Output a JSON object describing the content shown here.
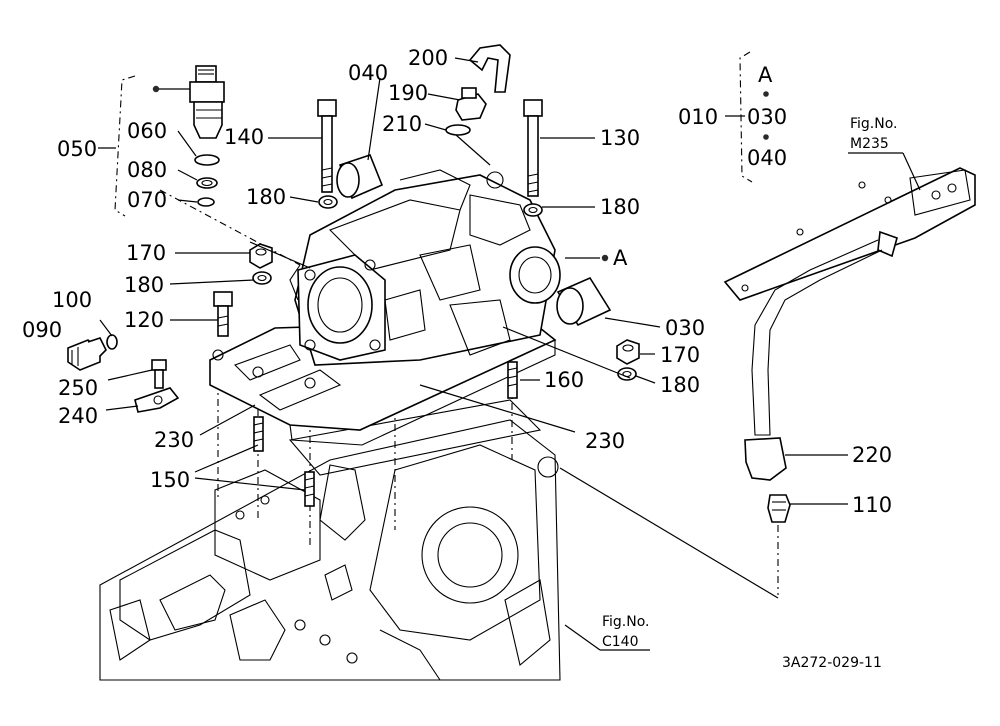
{
  "labels": {
    "p040": "040",
    "p200": "200",
    "p190": "190",
    "p210": "210",
    "p140": "140",
    "p130": "130",
    "p180a": "180",
    "p180b": "180",
    "p050": "050",
    "p060": "060",
    "p080": "080",
    "p070": "070",
    "p170a": "170",
    "p180c": "180",
    "p100": "100",
    "p090": "090",
    "p120": "120",
    "p250": "250",
    "p240": "240",
    "p230a": "230",
    "p150": "150",
    "p160": "160",
    "p230b": "230",
    "p030": "030",
    "p170b": "170",
    "p180d": "180",
    "p220": "220",
    "p110": "110",
    "p010": "010",
    "setA": "A",
    "set030": "030",
    "set040": "040",
    "refA": "A"
  },
  "figrefs": {
    "m235_title": "Fig.No.",
    "m235_code": "M235",
    "c140_title": "Fig.No.",
    "c140_code": "C140"
  },
  "drawing_code": "3A272-029-11"
}
